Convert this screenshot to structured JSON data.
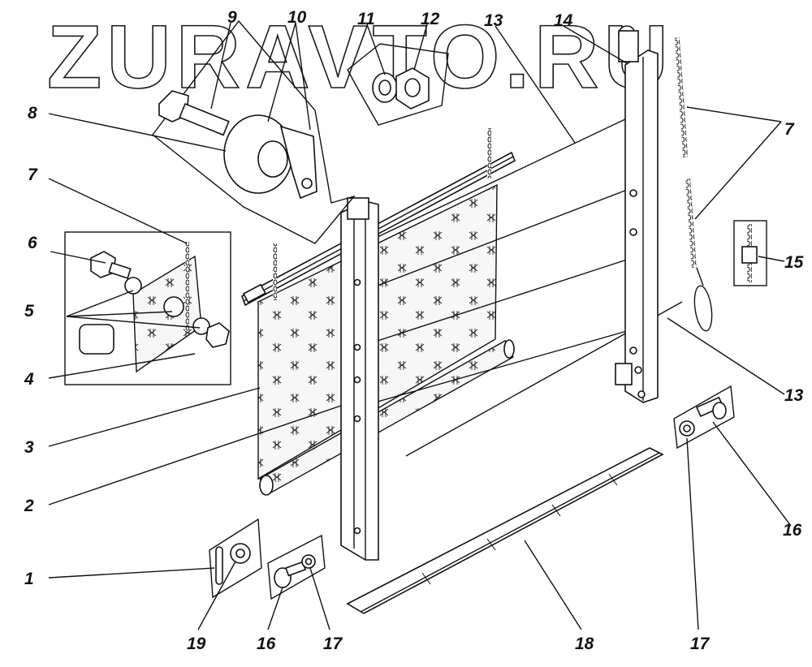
{
  "watermark": "ZURAVTO.RU",
  "callouts": [
    {
      "id": "c1",
      "text": "1"
    },
    {
      "id": "c2",
      "text": "2"
    },
    {
      "id": "c3",
      "text": "3"
    },
    {
      "id": "c4",
      "text": "4"
    },
    {
      "id": "c5",
      "text": "5"
    },
    {
      "id": "c6",
      "text": "6"
    },
    {
      "id": "c7a",
      "text": "7"
    },
    {
      "id": "c7b",
      "text": "7"
    },
    {
      "id": "c8",
      "text": "8"
    },
    {
      "id": "c9",
      "text": "9"
    },
    {
      "id": "c10",
      "text": "10"
    },
    {
      "id": "c11",
      "text": "11"
    },
    {
      "id": "c12",
      "text": "12"
    },
    {
      "id": "c13a",
      "text": "13"
    },
    {
      "id": "c13b",
      "text": "13"
    },
    {
      "id": "c14",
      "text": "14"
    },
    {
      "id": "c15",
      "text": "15"
    },
    {
      "id": "c16a",
      "text": "16"
    },
    {
      "id": "c16b",
      "text": "16"
    },
    {
      "id": "c17a",
      "text": "17"
    },
    {
      "id": "c17b",
      "text": "17"
    },
    {
      "id": "c18",
      "text": "18"
    },
    {
      "id": "c19",
      "text": "19"
    }
  ]
}
